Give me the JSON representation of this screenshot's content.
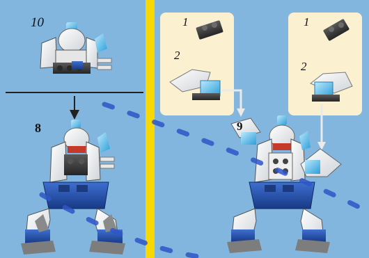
{
  "steps": {
    "top_left": "10",
    "bottom_left": "8",
    "right_main": "9"
  },
  "callout_left": {
    "sub1": "1",
    "sub2": "2"
  },
  "callout_right": {
    "sub1": "1",
    "sub2": "2"
  },
  "colors": {
    "background_blue": "#82b6de",
    "divider_yellow": "#f7d800",
    "callout_bg": "#fbf0d0",
    "brick_white": "#f4f4f4",
    "brick_blue": "#1f4fa8",
    "brick_dark": "#3b3b3b",
    "brick_trans_blue": "#5fc3f0",
    "brick_red": "#c4392a",
    "watermark": "#2f56c8"
  }
}
